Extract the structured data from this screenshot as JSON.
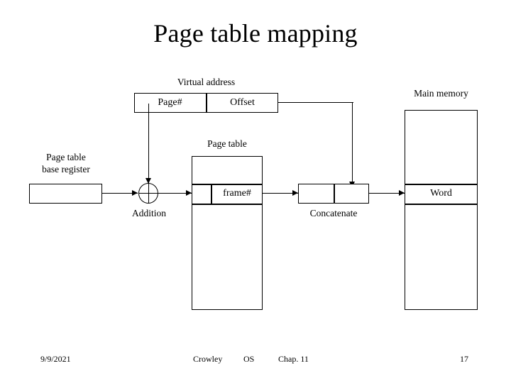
{
  "slide": {
    "title": "Page table mapping",
    "background_color": "#ffffff",
    "ink_color": "#000000"
  },
  "diagram": {
    "virtual_address": {
      "caption": "Virtual address",
      "fields": [
        {
          "label": "Page#"
        },
        {
          "label": "Offset"
        }
      ]
    },
    "page_table_base_register": {
      "caption_line1": "Page table",
      "caption_line2": "base register",
      "value": ""
    },
    "addition": {
      "label": "Addition",
      "symbol": "plus-in-circle"
    },
    "page_table": {
      "caption": "Page table",
      "entry_label": "frame#",
      "index_cell": ""
    },
    "concatenate": {
      "label": "Concatenate",
      "left_cell": "",
      "right_cell": ""
    },
    "main_memory": {
      "caption": "Main memory",
      "word_label": "Word"
    }
  },
  "footer": {
    "date": "9/9/2021",
    "author": "Crowley",
    "course": "OS",
    "chapter": "Chap. 11",
    "page_number": "17"
  }
}
